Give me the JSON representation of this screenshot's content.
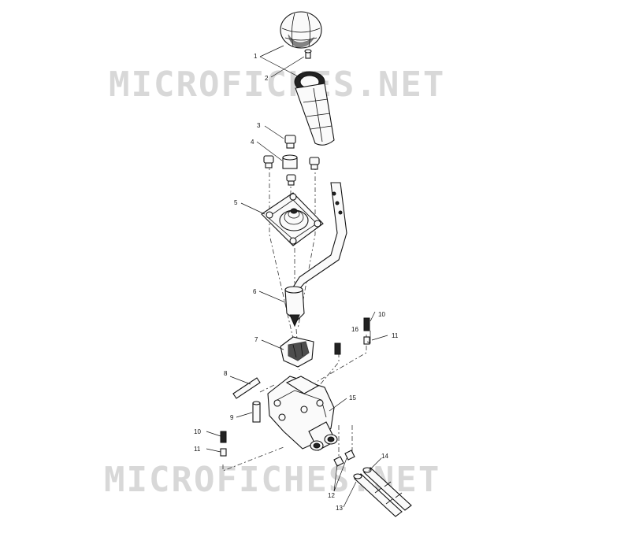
{
  "watermark": {
    "top": "MICROFICHES.NET",
    "bottom": "MICROFICHES.NET"
  },
  "callouts": {
    "c1": "1",
    "c2": "2",
    "c3": "3",
    "c4": "4",
    "c5": "5",
    "c6": "6",
    "c7": "7",
    "c8": "8",
    "c9": "9",
    "c10a": "10",
    "c10b": "10",
    "c11a": "11",
    "c11b": "11",
    "c12": "12",
    "c13": "13",
    "c14": "14",
    "c15": "15",
    "c16": "16"
  }
}
